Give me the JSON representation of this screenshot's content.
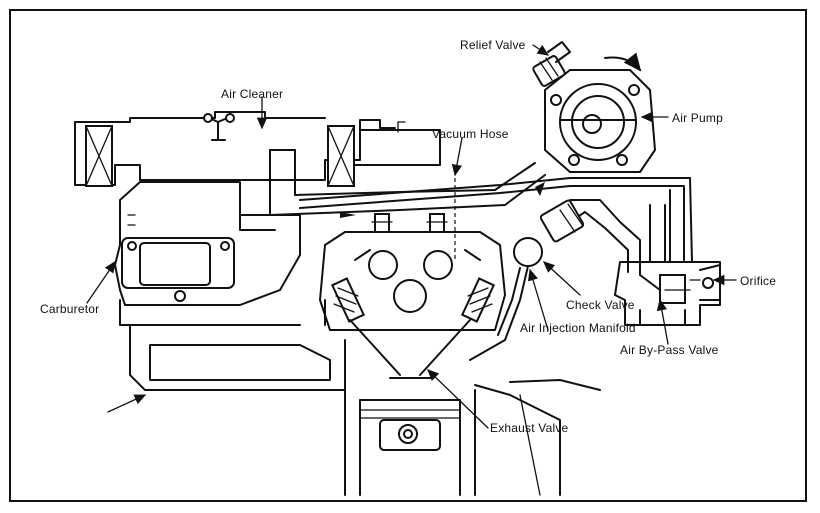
{
  "labels": {
    "relief_valve": "Relief Valve",
    "air_cleaner": "Air Cleaner",
    "vacuum_hose": "Vacuum Hose",
    "air_pump": "Air Pump",
    "orifice": "Orifice",
    "check_valve": "Check Valve",
    "carburetor": "Carburetor",
    "air_injection_manifold": "Air Injection Manifold",
    "air_bypass_valve": "Air By-Pass Valve",
    "exhaust_valve": "Exhaust Valve"
  }
}
